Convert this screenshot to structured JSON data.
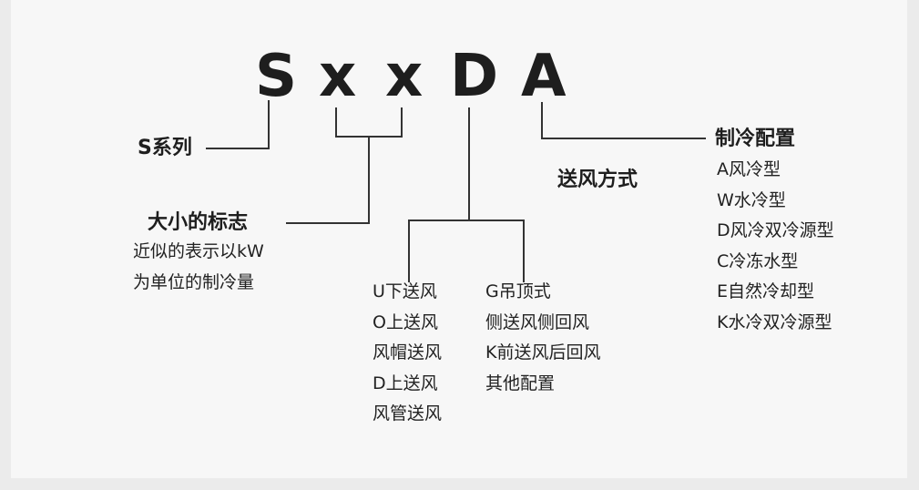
{
  "model_code": [
    "S",
    "x",
    "x",
    "D",
    "A"
  ],
  "series": {
    "label": "S系列"
  },
  "size": {
    "label": "大小的标志",
    "description": [
      "近似的表示以kW",
      "为单位的制冷量"
    ]
  },
  "supply_air": {
    "label": "送风方式",
    "left_options": [
      "U下送风",
      "O上送风",
      "风帽送风",
      "D上送风",
      "风管送风"
    ],
    "right_options": [
      "G吊顶式",
      "侧送风侧回风",
      "K前送风后回风",
      "其他配置"
    ]
  },
  "cooling": {
    "label": "制冷配置",
    "options": [
      "A风冷型",
      "W水冷型",
      "D风冷双冷源型",
      "C冷冻水型",
      "E自然冷却型",
      "K水冷双冷源型"
    ]
  },
  "colors": {
    "line": "#333333",
    "text": "#1e1e1e",
    "background": "#f7f7f7",
    "outer": "#ebebeb"
  }
}
